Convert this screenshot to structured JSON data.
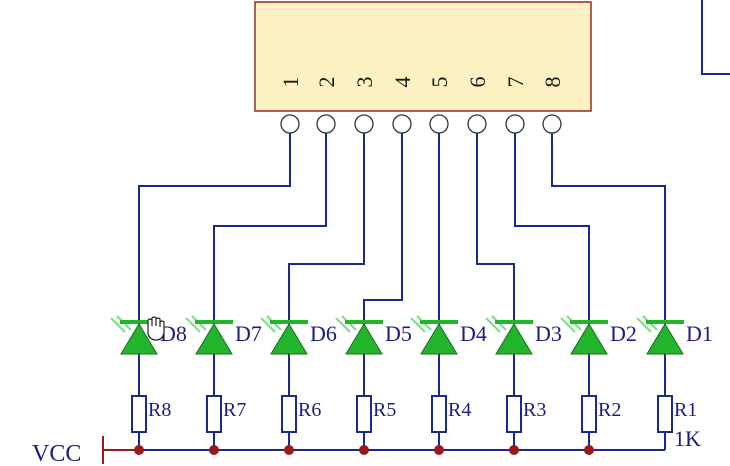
{
  "connector": {
    "fill_color": "#fdf1c4",
    "border_color": "#9a2828",
    "pins": [
      "1",
      "2",
      "3",
      "4",
      "5",
      "6",
      "7",
      "8"
    ]
  },
  "leds": [
    {
      "designator": "D8"
    },
    {
      "designator": "D7"
    },
    {
      "designator": "D6"
    },
    {
      "designator": "D5"
    },
    {
      "designator": "D4"
    },
    {
      "designator": "D3"
    },
    {
      "designator": "D2"
    },
    {
      "designator": "D1"
    }
  ],
  "resistors": [
    {
      "designator": "R8"
    },
    {
      "designator": "R7"
    },
    {
      "designator": "R6"
    },
    {
      "designator": "R5"
    },
    {
      "designator": "R4"
    },
    {
      "designator": "R3"
    },
    {
      "designator": "R2"
    },
    {
      "designator": "R1"
    }
  ],
  "resistor_value": "1K",
  "power_label": "VCC",
  "colors": {
    "wire": "#1a2a8c",
    "led_fill": "#22b52c",
    "led_rays": "#7fe08a",
    "junction": "#9a1a1a",
    "power": "#9a1a1a",
    "label": "#1d1d80"
  }
}
